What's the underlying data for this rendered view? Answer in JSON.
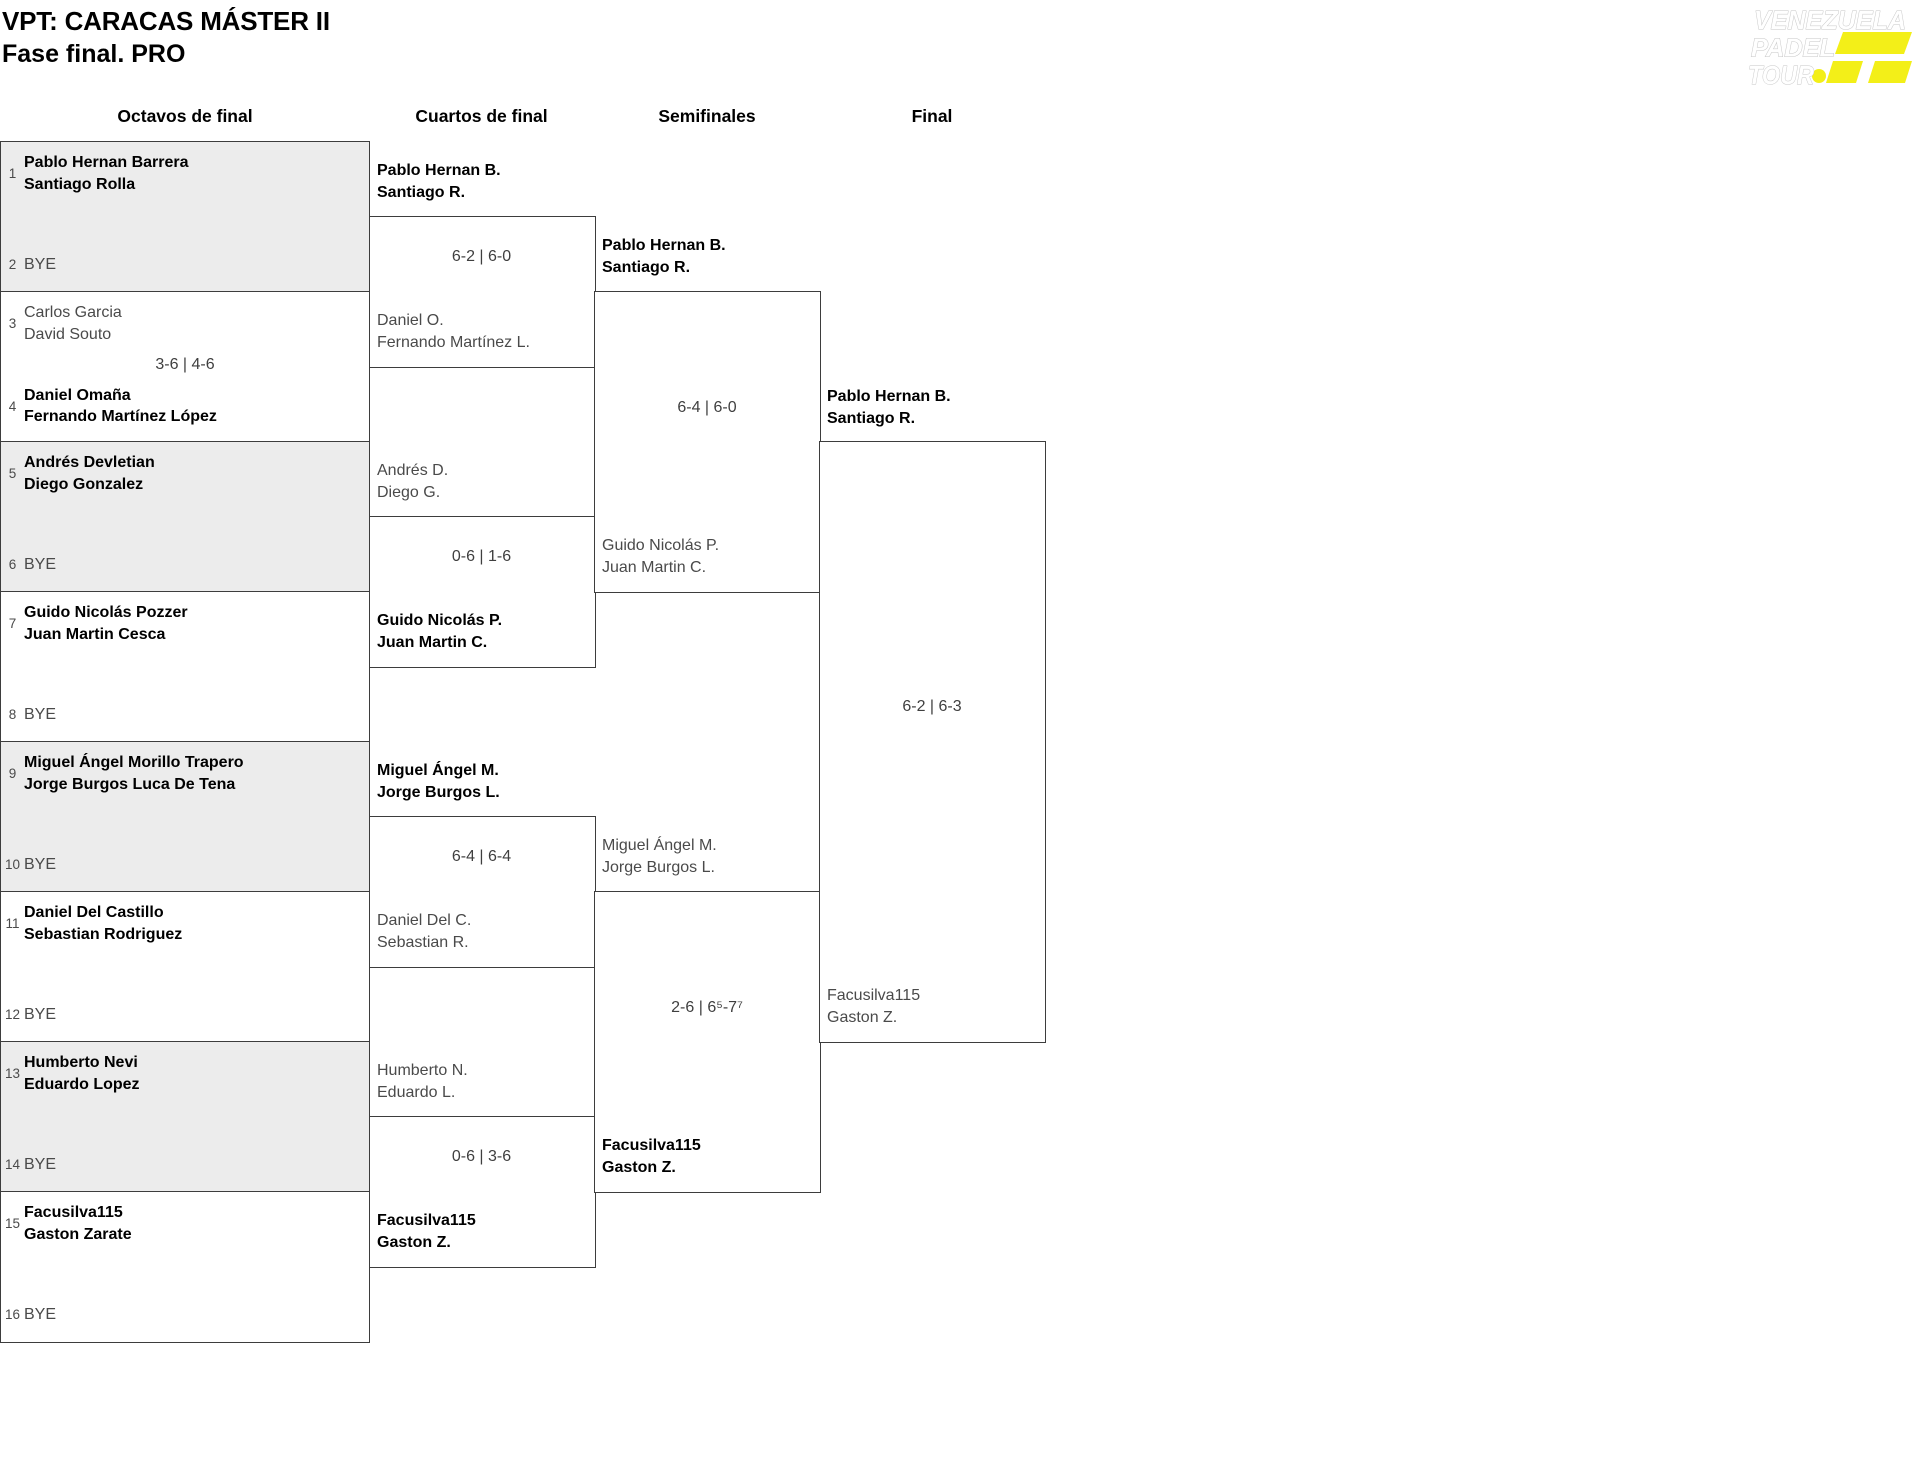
{
  "header": {
    "title": "VPT: CARACAS MÁSTER II",
    "subtitle": "Fase final. PRO"
  },
  "logo": {
    "words": [
      "VENEZUELA",
      "PADEL",
      "TOUR"
    ],
    "accent": "#f3ef18"
  },
  "round_labels": [
    "Octavos de final",
    "Cuartos de final",
    "Semifinales",
    "Final"
  ],
  "r16": [
    {
      "seed1": "1",
      "t1": [
        "Pablo Hernan Barrera",
        "Santiago Rolla"
      ],
      "score": "",
      "seed2": "2",
      "t2": [
        "BYE"
      ]
    },
    {
      "seed1": "3",
      "t1": [
        "Carlos Garcia",
        "David Souto"
      ],
      "score": "3-6 | 4-6",
      "seed2": "4",
      "t2": [
        "Daniel Omaña",
        "Fernando Martínez López"
      ]
    },
    {
      "seed1": "5",
      "t1": [
        "Andrés Devletian",
        "Diego Gonzalez"
      ],
      "score": "",
      "seed2": "6",
      "t2": [
        "BYE"
      ]
    },
    {
      "seed1": "7",
      "t1": [
        "Guido Nicolás Pozzer",
        "Juan Martin Cesca"
      ],
      "score": "",
      "seed2": "8",
      "t2": [
        "BYE"
      ]
    },
    {
      "seed1": "9",
      "t1": [
        "Miguel Ángel Morillo Trapero",
        "Jorge Burgos Luca De Tena"
      ],
      "score": "",
      "seed2": "10",
      "t2": [
        "BYE"
      ]
    },
    {
      "seed1": "11",
      "t1": [
        "Daniel Del Castillo",
        "Sebastian Rodriguez"
      ],
      "score": "",
      "seed2": "12",
      "t2": [
        "BYE"
      ]
    },
    {
      "seed1": "13",
      "t1": [
        "Humberto Nevi",
        "Eduardo Lopez"
      ],
      "score": "",
      "seed2": "14",
      "t2": [
        "BYE"
      ]
    },
    {
      "seed1": "15",
      "t1": [
        "Facusilva115",
        "Gaston Zarate"
      ],
      "score": "",
      "seed2": "16",
      "t2": [
        "BYE"
      ]
    }
  ],
  "qf": [
    {
      "t1": [
        "Pablo Hernan B.",
        "Santiago R."
      ],
      "score": "6-2 | 6-0",
      "t2": [
        "Daniel O.",
        "Fernando Martínez L."
      ]
    },
    {
      "t1": [
        "Andrés D.",
        "Diego G."
      ],
      "score": "0-6 | 1-6",
      "t2": [
        "Guido Nicolás P.",
        "Juan Martin C."
      ]
    },
    {
      "t1": [
        "Miguel Ángel M.",
        "Jorge Burgos L."
      ],
      "score": "6-4 | 6-4",
      "t2": [
        "Daniel Del C.",
        "Sebastian R."
      ]
    },
    {
      "t1": [
        "Humberto N.",
        "Eduardo L."
      ],
      "score": "0-6 | 3-6",
      "t2": [
        "Facusilva115",
        "Gaston Z."
      ]
    }
  ],
  "sf": [
    {
      "t1": [
        "Pablo Hernan B.",
        "Santiago R."
      ],
      "score": "6-4 | 6-0",
      "t2": [
        "Guido Nicolás P.",
        "Juan Martin C."
      ]
    },
    {
      "t1": [
        "Miguel Ángel M.",
        "Jorge Burgos L."
      ],
      "score": "2-6 | 6⁵-7⁷",
      "t2": [
        "Facusilva115",
        "Gaston Z."
      ]
    }
  ],
  "final": {
    "t1": [
      "Pablo Hernan B.",
      "Santiago R."
    ],
    "score": "6-2 | 6-3",
    "t2": [
      "Facusilva115",
      "Gaston Z."
    ]
  }
}
